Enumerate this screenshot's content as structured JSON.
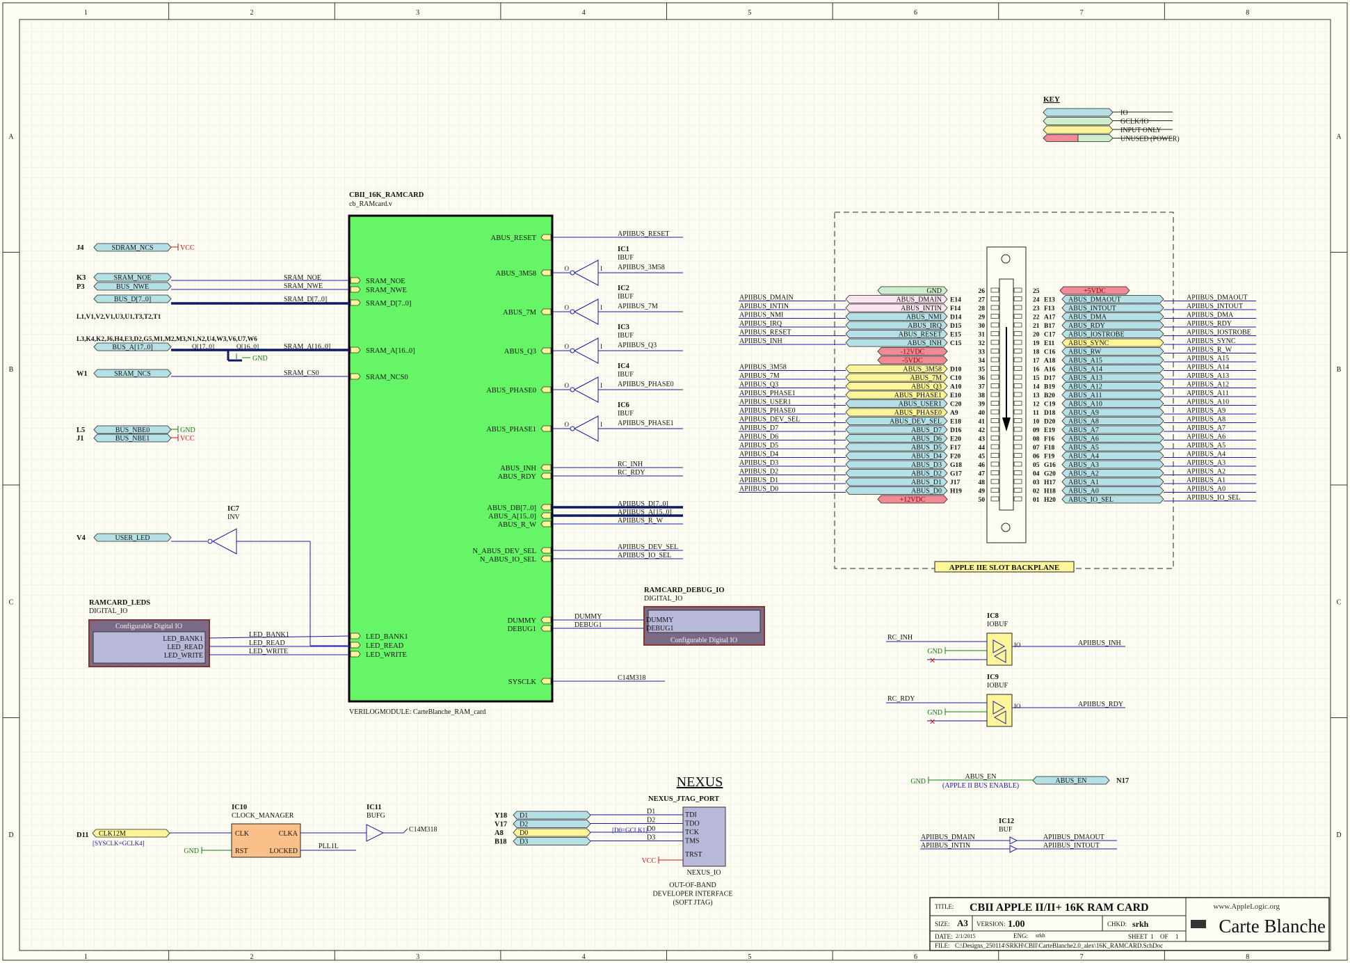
{
  "grid": {
    "columns": [
      "1",
      "2",
      "3",
      "4",
      "5",
      "6",
      "7",
      "8"
    ],
    "rows": [
      "A",
      "B",
      "C",
      "D"
    ]
  },
  "colors": {
    "background": "#fdfcf3",
    "grid": "#dfdcc8",
    "frame": "#333333",
    "wire": "#1a1aa8",
    "module_fill": "#66f566",
    "io_port": "#b5e0e5",
    "input_port": "#fdf59a",
    "power_port": "#f08a96",
    "gclk_port": "#cfeecd",
    "power_text_red": "#d01010",
    "power_text_green": "#108010",
    "ic_fill": "#fdf59a",
    "clk_manager_fill": "#fbc08a",
    "digital_io_fill": "#b8b8d8",
    "digital_io_border": "#883333"
  },
  "key": {
    "title": "KEY",
    "entries": [
      "IO",
      "GCLK/IO",
      "INPUT ONLY",
      "UNUSED (POWER)"
    ]
  },
  "module": {
    "name": "CBII_16K_RAMCARD",
    "file": "cb_RAMcard.v",
    "footer": "VERILOGMODULE: CarteBlanche_RAM_card",
    "left_pins": [
      "SRAM_NOE",
      "SRAM_NWE",
      "SRAM_D[7..0]",
      "SRAM_A[16..0]",
      "SRAM_NCS0",
      "LED_BANK1",
      "LED_READ",
      "LED_WRITE"
    ],
    "right_pins": [
      "ABUS_RESET",
      "ABUS_3M58",
      "ABUS_7M",
      "ABUS_Q3",
      "ABUS_PHASE0",
      "ABUS_PHASE1",
      "ABUS_INH",
      "ABUS_RDY",
      "ABUS_DB[7..0]",
      "ABUS_A[15..0]",
      "ABUS_R_W",
      "N_ABUS_DEV_SEL",
      "N_ABUS_IO_SEL",
      "DUMMY",
      "DEBUG1",
      "SYSCLK"
    ]
  },
  "left_ports": [
    {
      "pin": "J4",
      "name": "SDRAM_NCS",
      "tie": "VCC"
    },
    {
      "pin": "K3",
      "name": "SRAM_NOE"
    },
    {
      "pin": "P3",
      "name": "BUS_NWE"
    },
    {
      "pin": "",
      "name": "BUS_D[7..0]"
    },
    {
      "pin": "",
      "name": "BUS_A[17..0]"
    },
    {
      "pin": "W1",
      "name": "SRAM_NCS"
    },
    {
      "pin": "L5",
      "name": "BUS_NBE0",
      "tie": "GND"
    },
    {
      "pin": "J1",
      "name": "BUS_NBE1",
      "tie": "VCC"
    },
    {
      "pin": "V4",
      "name": "USER_LED"
    }
  ],
  "pin_list_d": "L1,V1,V2,V1,U3,U1,T3,T2,T1",
  "pin_list_a": "L3,K4,K2,J6,H4,E3,D2,G5,M1,M2,M3,N1,N2,U4,W3,V6,U7,W6",
  "left_nets": [
    "SRAM_NOE",
    "SRAM_NWE",
    "SRAM_D[7..0]",
    "Q[17..0]",
    "Q[16..0]",
    "SRAM_A[16..0]",
    "SRAM_CS0",
    "GND"
  ],
  "right_nets": [
    "APIIBUS_RESET",
    "APIIBUS_3M58",
    "APIIBUS_7M",
    "APIIBUS_Q3",
    "APIIBUS_PHASE0",
    "APIIBUS_PHASE1",
    "RC_INH",
    "RC_RDY",
    "APIIBUS_D[7..0]",
    "APIIBUS_A[15..0]",
    "APIIBUS_R_W",
    "APIIBUS_DEV_SEL",
    "APIIBUS_IO_SEL",
    "DUMMY",
    "DEBUG1",
    "C14M318"
  ],
  "buffers": [
    {
      "ref": "IC1",
      "type": "IBUF"
    },
    {
      "ref": "IC2",
      "type": "IBUF"
    },
    {
      "ref": "IC3",
      "type": "IBUF"
    },
    {
      "ref": "IC4",
      "type": "IBUF"
    },
    {
      "ref": "IC6",
      "type": "IBUF"
    }
  ],
  "inverter": {
    "ref": "IC7",
    "type": "INV"
  },
  "leds": {
    "title": "RAMCARD_LEDS",
    "type": "DIGITAL_IO",
    "caption": "Configurable Digital IO",
    "pins": [
      "LED_BANK1",
      "LED_READ",
      "LED_WRITE"
    ]
  },
  "debug_io": {
    "title": "RAMCARD_DEBUG_IO",
    "type": "DIGITAL_IO",
    "caption": "Configurable Digital IO",
    "pins": [
      "DUMMY",
      "DEBUG1"
    ]
  },
  "slot": {
    "title": "APPLE IIE SLOT BACKPLANE",
    "left_nets": [
      "APIIBUS_DMAIN",
      "APIIBUS_INTIN",
      "APIIBUS_NMI",
      "APIIBUS_IRQ",
      "APIIBUS_RESET",
      "APIIBUS_INH",
      "",
      "",
      "APIIBUS_3M58",
      "APIIBUS_7M",
      "APIIBUS_Q3",
      "APIIBUS_PHASE1",
      "APIIBUS_USER1",
      "APIIBUS_PHASE0",
      "APIIBUS_DEV_SEL",
      "APIIBUS_D7",
      "APIIBUS_D6",
      "APIIBUS_D5",
      "APIIBUS_D4",
      "APIIBUS_D3",
      "APIIBUS_D2",
      "APIIBUS_D1",
      "APIIBUS_D0",
      ""
    ],
    "left_ports": [
      {
        "name": "GND",
        "kind": "gclk",
        "pin": "",
        "num": "26"
      },
      {
        "name": "ABUS_DMAIN",
        "kind": "pinkish",
        "pin": "E14",
        "num": "27"
      },
      {
        "name": "ABUS_INTIN",
        "kind": "pinkish",
        "pin": "F14",
        "num": "28"
      },
      {
        "name": "ABUS_NMI",
        "kind": "io",
        "pin": "D14",
        "num": "29"
      },
      {
        "name": "ABUS_IRQ",
        "kind": "io",
        "pin": "D15",
        "num": "30"
      },
      {
        "name": "ABUS_RESET",
        "kind": "io",
        "pin": "E15",
        "num": "31"
      },
      {
        "name": "ABUS_INH",
        "kind": "io",
        "pin": "C15",
        "num": "32"
      },
      {
        "name": "-12VDC",
        "kind": "power",
        "pin": "",
        "num": "33"
      },
      {
        "name": "-5VDC",
        "kind": "power",
        "pin": "",
        "num": "34"
      },
      {
        "name": "ABUS_3M58",
        "kind": "input",
        "pin": "D10",
        "num": "35"
      },
      {
        "name": "ABUS_7M",
        "kind": "input",
        "pin": "C10",
        "num": "36"
      },
      {
        "name": "ABUS_Q3",
        "kind": "input",
        "pin": "A10",
        "num": "37"
      },
      {
        "name": "ABUS_PHASE1",
        "kind": "input",
        "pin": "E10",
        "num": "38"
      },
      {
        "name": "ABUS_USER1",
        "kind": "io",
        "pin": "C20",
        "num": "39"
      },
      {
        "name": "ABUS_PHASE0",
        "kind": "input",
        "pin": "A9",
        "num": "40"
      },
      {
        "name": "ABUS_DEV_SEL",
        "kind": "io",
        "pin": "E18",
        "num": "41"
      },
      {
        "name": "ABUS_D7",
        "kind": "io",
        "pin": "D16",
        "num": "42"
      },
      {
        "name": "ABUS_D6",
        "kind": "io",
        "pin": "E20",
        "num": "43"
      },
      {
        "name": "ABUS_D5",
        "kind": "io",
        "pin": "F17",
        "num": "44"
      },
      {
        "name": "ABUS_D4",
        "kind": "io",
        "pin": "F20",
        "num": "45"
      },
      {
        "name": "ABUS_D3",
        "kind": "io",
        "pin": "G18",
        "num": "46"
      },
      {
        "name": "ABUS_D2",
        "kind": "io",
        "pin": "G17",
        "num": "47"
      },
      {
        "name": "ABUS_D1",
        "kind": "io",
        "pin": "J17",
        "num": "48"
      },
      {
        "name": "ABUS_D0",
        "kind": "io",
        "pin": "H19",
        "num": "49"
      },
      {
        "name": "+12VDC",
        "kind": "power",
        "pin": "",
        "num": "50"
      }
    ],
    "right_ports": [
      {
        "name": "+5VDC",
        "kind": "power",
        "pin": "",
        "num": "25"
      },
      {
        "name": "ABUS_DMAOUT",
        "kind": "io",
        "pin": "E13",
        "num": "24"
      },
      {
        "name": "ABUS_INTOUT",
        "kind": "io",
        "pin": "F13",
        "num": "23"
      },
      {
        "name": "ABUS_DMA",
        "kind": "io",
        "pin": "A17",
        "num": "22"
      },
      {
        "name": "ABUS_RDY",
        "kind": "io",
        "pin": "B17",
        "num": "21"
      },
      {
        "name": "ABUS_IOSTROBE",
        "kind": "io",
        "pin": "C17",
        "num": "20"
      },
      {
        "name": "ABUS_SYNC",
        "kind": "input",
        "pin": "E11",
        "num": "19"
      },
      {
        "name": "ABUS_RW",
        "kind": "io",
        "pin": "C16",
        "num": "18"
      },
      {
        "name": "ABUS_A15",
        "kind": "io",
        "pin": "A18",
        "num": "17"
      },
      {
        "name": "ABUS_A14",
        "kind": "io",
        "pin": "A16",
        "num": "16"
      },
      {
        "name": "ABUS_A13",
        "kind": "io",
        "pin": "D17",
        "num": "15"
      },
      {
        "name": "ABUS_A12",
        "kind": "io",
        "pin": "B19",
        "num": "14"
      },
      {
        "name": "ABUS_A11",
        "kind": "io",
        "pin": "B20",
        "num": "13"
      },
      {
        "name": "ABUS_A10",
        "kind": "io",
        "pin": "C19",
        "num": "12"
      },
      {
        "name": "ABUS_A9",
        "kind": "io",
        "pin": "D18",
        "num": "11"
      },
      {
        "name": "ABUS_A8",
        "kind": "io",
        "pin": "D20",
        "num": "10"
      },
      {
        "name": "ABUS_A7",
        "kind": "io",
        "pin": "E19",
        "num": "09"
      },
      {
        "name": "ABUS_A6",
        "kind": "io",
        "pin": "F16",
        "num": "08"
      },
      {
        "name": "ABUS_A5",
        "kind": "io",
        "pin": "F18",
        "num": "07"
      },
      {
        "name": "ABUS_A4",
        "kind": "io",
        "pin": "F19",
        "num": "06"
      },
      {
        "name": "ABUS_A3",
        "kind": "io",
        "pin": "G16",
        "num": "05"
      },
      {
        "name": "ABUS_A2",
        "kind": "io",
        "pin": "G20",
        "num": "04"
      },
      {
        "name": "ABUS_A1",
        "kind": "io",
        "pin": "H17",
        "num": "03"
      },
      {
        "name": "ABUS_A0",
        "kind": "io",
        "pin": "H18",
        "num": "02"
      },
      {
        "name": "ABUS_IO_SEL",
        "kind": "io",
        "pin": "H20",
        "num": "01"
      }
    ],
    "right_nets": [
      "APIIBUS_DMAOUT",
      "APIIBUS_INTOUT",
      "APIIBUS_DMA",
      "APIIBUS_RDY",
      "APIIBUS_IOSTROBE",
      "APIIBUS_SYNC",
      "APIIBUS_R_W",
      "APIIBUS_A15",
      "APIIBUS_A14",
      "APIIBUS_A13",
      "APIIBUS_A12",
      "APIIBUS_A11",
      "APIIBUS_A10",
      "APIIBUS_A9",
      "APIIBUS_A8",
      "APIIBUS_A7",
      "APIIBUS_A6",
      "APIIBUS_A5",
      "APIIBUS_A4",
      "APIIBUS_A3",
      "APIIBUS_A2",
      "APIIBUS_A1",
      "APIIBUS_A0",
      "APIIBUS_IO_SEL"
    ]
  },
  "iobufs": [
    {
      "ref": "IC8",
      "type": "IOBUF",
      "in": "RC_INH",
      "out": "APIIBUS_INH",
      "gnd": "GND"
    },
    {
      "ref": "IC9",
      "type": "IOBUF",
      "in": "RC_RDY",
      "out": "APIIBUS_RDY",
      "gnd": "GND"
    }
  ],
  "abus_en": {
    "gnd": "GND",
    "net": "ABUS_EN",
    "note": "(APPLE II BUS ENABLE)",
    "port": "ABUS_EN",
    "pin": "N17"
  },
  "ic12": {
    "ref": "IC12",
    "type": "BUF",
    "in": [
      "APIIBUS_DMAIN",
      "APIIBUS_INTIN"
    ],
    "out": [
      "APIIBUS_DMAOUT",
      "APIIBUS_INTOUT"
    ]
  },
  "clock": {
    "pin": "D11",
    "port": "CLK12M",
    "note": "[SYSCLK=GCLK4]",
    "gnd": "GND",
    "ic10_ref": "IC10",
    "ic10_type": "CLOCK_MANAGER",
    "ic10_pins": [
      "CLK",
      "RST",
      "CLKA",
      "LOCKED"
    ],
    "ic11_ref": "IC11",
    "ic11_type": "BUFG",
    "out": "C14M318",
    "locked_net": "PLL1L"
  },
  "nexus": {
    "heading": "NEXUS",
    "title": "NEXUS_JTAG_PORT",
    "ports": [
      {
        "pin": "Y18",
        "name": "D1"
      },
      {
        "pin": "V17",
        "name": "D2"
      },
      {
        "pin": "A8",
        "name": "D0"
      },
      {
        "pin": "B18",
        "name": "D3"
      }
    ],
    "nets": [
      "D1",
      "D2",
      "D0",
      "D3"
    ],
    "note": "[D0=GCLK1]",
    "pins": [
      "TDI",
      "TDO",
      "TCK",
      "TMS",
      "TRST"
    ],
    "vcc": "VCC",
    "footer": "NEXUS_IO",
    "caption": [
      "OUT-OF-BAND",
      "DEVELOPER INTERFACE",
      "(SOFT JTAG)"
    ]
  },
  "title_block": {
    "title_label": "TITLE:",
    "title": "CBII APPLE II/II+ 16K RAM CARD",
    "size_label": "SIZE:",
    "size": "A3",
    "version_label": "VERSION:",
    "version": "1.00",
    "chkd_label": "CHKD:",
    "chkd": "srkh",
    "date_label": "DATE:",
    "date": "2/1/2015",
    "eng_label": "ENG:",
    "eng": "srkh",
    "sheet_label": "SHEET",
    "sheet": "1",
    "of_label": "OF",
    "of": "1",
    "file_label": "FILE:",
    "file": "C:\\Designs_250114\\SRKH\\CBII\\CarteBlanche2.0_alex\\16K_RAMCARD.SchDoc",
    "logo_top": "www.AppleLogic.org",
    "logo": "Carte Blanche"
  }
}
